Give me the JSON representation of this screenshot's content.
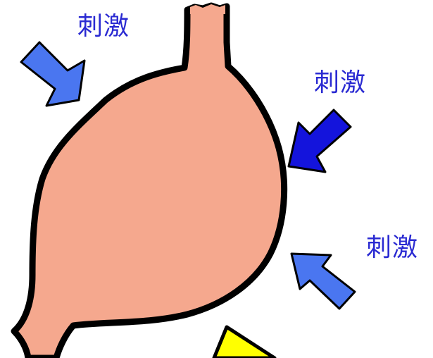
{
  "labels": [
    {
      "text": "刺激",
      "color": "#2a2ad2"
    },
    {
      "text": "刺激",
      "color": "#2a2ad2"
    },
    {
      "text": "刺激",
      "color": "#2a2ad2"
    }
  ],
  "arrows": [
    {
      "color": "#4a76f0",
      "direction": "down-right"
    },
    {
      "color": "#1414dc",
      "direction": "down-left"
    },
    {
      "color": "#4a76f0",
      "direction": "up-left"
    }
  ],
  "stomach": {
    "fill": "#f5a88e",
    "outline": "#000000"
  },
  "triangle": {
    "color": "#ffff00",
    "outline": "#000000"
  }
}
